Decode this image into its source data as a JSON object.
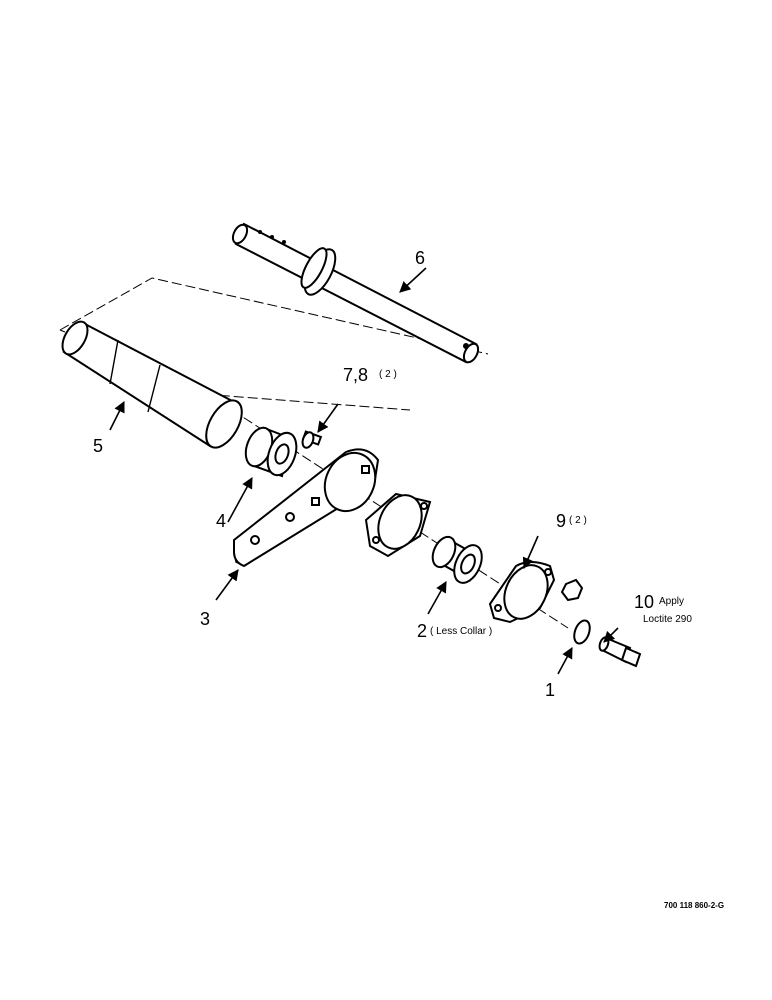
{
  "callouts": {
    "c1": "1",
    "c2": "2",
    "c2_note": "( Less Collar )",
    "c3": "3",
    "c4": "4",
    "c5": "5",
    "c6": "6",
    "c78": "7,8",
    "c78_qty": "( 2 )",
    "c9": "9",
    "c9_qty": "( 2 )",
    "c10": "10",
    "c10_note1": "Apply",
    "c10_note2": "Loctite 290"
  },
  "drawing_number": "700 118 860-2-G"
}
